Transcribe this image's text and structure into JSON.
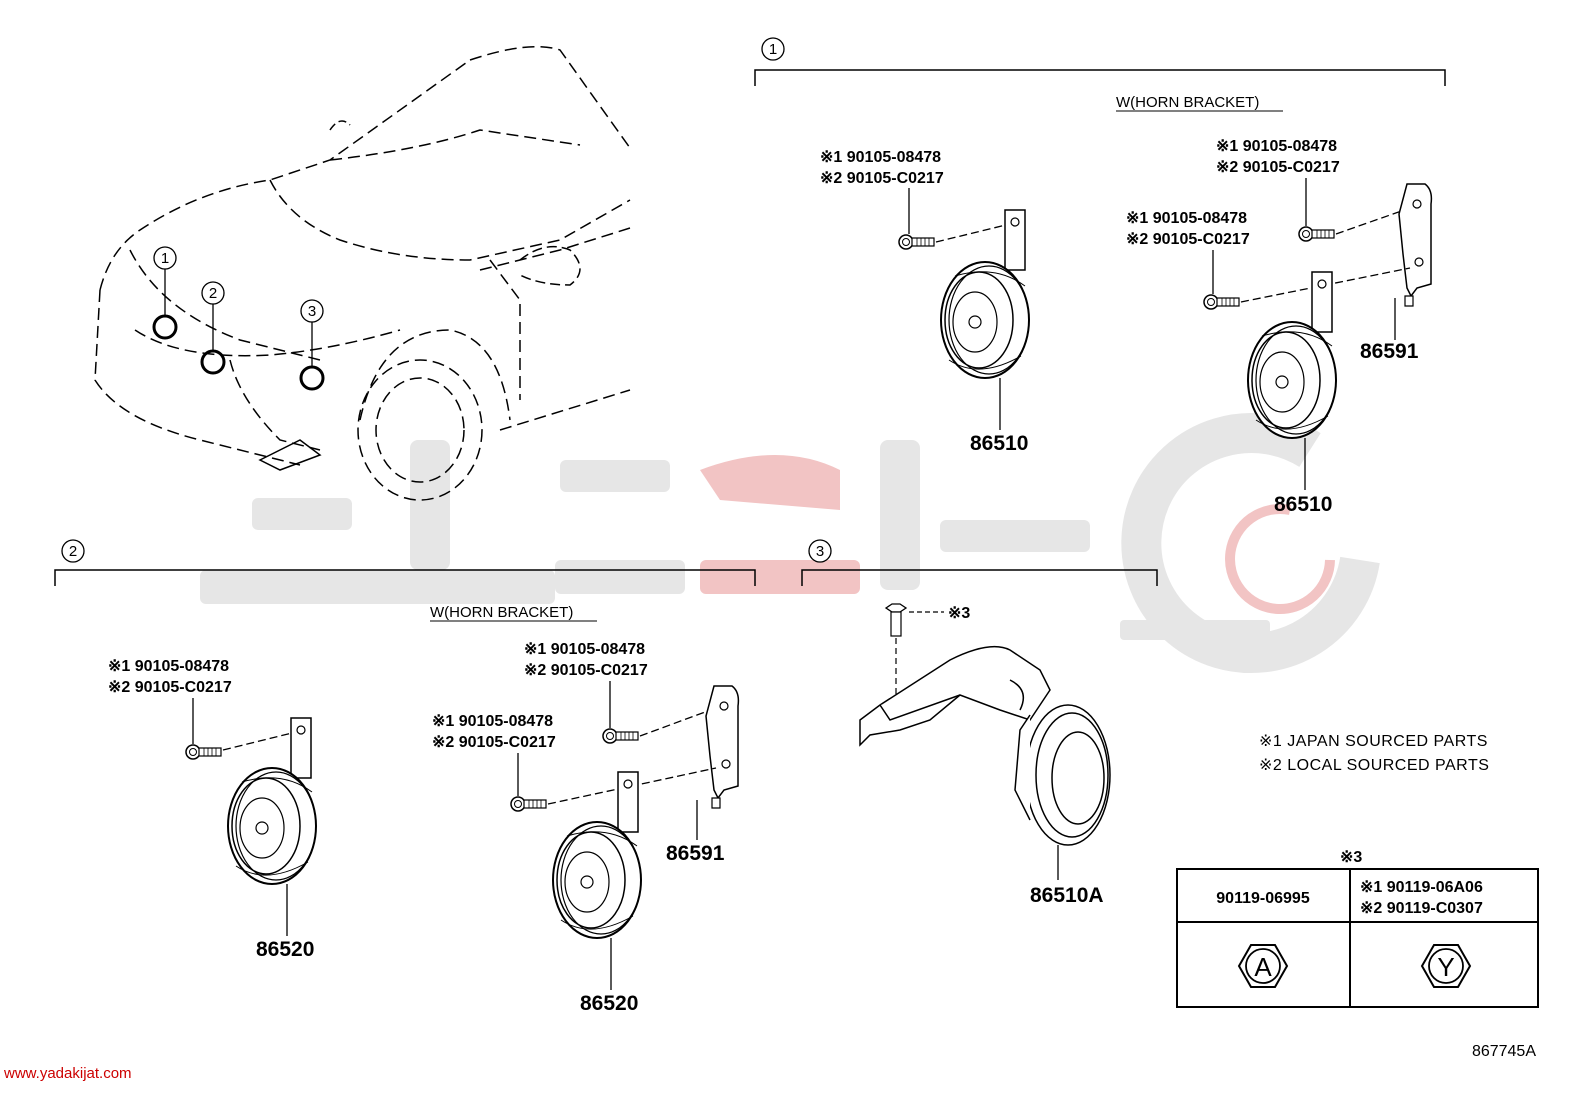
{
  "sections": {
    "s1": {
      "number": "1",
      "bracket_caption": "W(HORN BRACKET)"
    },
    "s2": {
      "number": "2",
      "bracket_caption": "W(HORN BRACKET)"
    },
    "s3": {
      "number": "3"
    }
  },
  "car_callouts": [
    "1",
    "2",
    "3"
  ],
  "bolt_codes": {
    "a_l1": "※1 90105-08478",
    "a_l2": "※2 90105-C0217",
    "b_l1": "※1 90105-08478",
    "b_l2": "※2 90105-C0217",
    "c_l1": "※1 90105-08478",
    "c_l2": "※2 90105-C0217",
    "d_l1": "※1 90105-08478",
    "d_l2": "※2 90105-C0217",
    "e_l1": "※1 90105-08478",
    "e_l2": "※2 90105-C0217",
    "f_l1": "※1 90105-08478",
    "f_l2": "※2 90105-C0217",
    "s3_bolt": "※3"
  },
  "part_numbers": {
    "p1": "86510",
    "p2": "86510",
    "p3": "86591",
    "p4": "86520",
    "p5": "86520",
    "p6": "86591",
    "p7": "86510A"
  },
  "notes": {
    "n1": "※1 JAPAN SOURCED PARTS",
    "n2": "※2 LOCAL SOURCED PARTS"
  },
  "table": {
    "title": "※3",
    "col1_code": "90119-06995",
    "col2_code_l1": "※1 90119-06A06",
    "col2_code_l2": "※2 90119-C0307",
    "col1_symbol": "A",
    "col2_symbol": "Y"
  },
  "footer": {
    "figure_id": "867745A",
    "watermark_url": "www.yadakijat.com"
  },
  "colors": {
    "line": "#000000",
    "watermark_gray": "#e6e6e6",
    "watermark_red": "#f2c4c4",
    "url_red": "#cc0000"
  }
}
